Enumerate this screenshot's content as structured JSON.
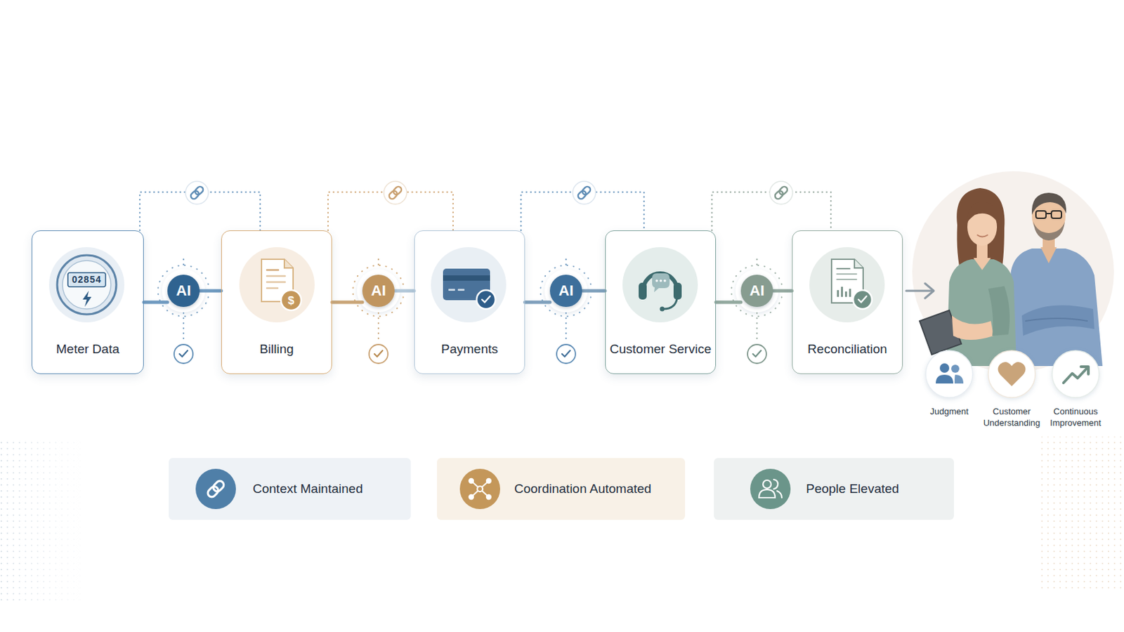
{
  "diagram": {
    "nodes": [
      {
        "text": [
          "Meter Data"
        ]
      },
      {
        "text": [
          "AI"
        ]
      },
      {
        "text": [
          "Billing"
        ]
      },
      {
        "text": [
          "AI"
        ]
      },
      {
        "text": [
          "Payments"
        ]
      },
      {
        "text": [
          "AI"
        ]
      },
      {
        "text": [
          "Customer Service"
        ]
      },
      {
        "text": [
          "AI"
        ]
      },
      {
        "text": [
          "Reconciliation"
        ]
      },
      {
        "text": [
          "Context Maintained"
        ]
      },
      {
        "text": [
          "Coordination Automated"
        ]
      },
      {
        "text": [
          "People Elevated"
        ]
      }
    ],
    "edges": [
      {
        "from": 0,
        "to": 1,
        "arrow": "none"
      },
      {
        "from": 1,
        "to": 2,
        "arrow": "none"
      },
      {
        "from": 2,
        "to": 3,
        "arrow": "none"
      },
      {
        "from": 3,
        "to": 4,
        "arrow": "none"
      },
      {
        "from": 4,
        "to": 5,
        "arrow": "none"
      },
      {
        "from": 5,
        "to": 6,
        "arrow": "none"
      },
      {
        "from": 6,
        "to": 7,
        "arrow": "none"
      },
      {
        "from": 7,
        "to": 8,
        "arrow": "none"
      },
      {
        "from": 0,
        "to": 2,
        "arrow": "none"
      },
      {
        "from": 2,
        "to": 4,
        "arrow": "none"
      },
      {
        "from": 4,
        "to": 6,
        "arrow": "none"
      },
      {
        "from": 6,
        "to": 8,
        "arrow": "none"
      }
    ],
    "labels": [
      "02854",
      "$",
      "Judgment",
      "Customer Understanding",
      "Continuous Improvement"
    ]
  }
}
